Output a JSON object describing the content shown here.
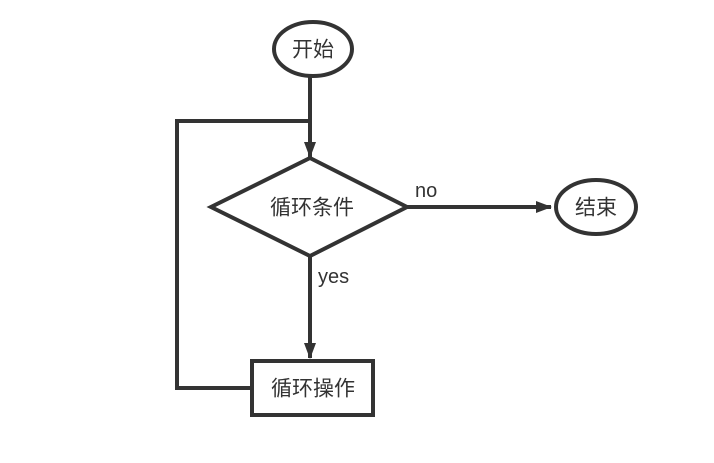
{
  "diagram": {
    "type": "flowchart",
    "colors": {
      "stroke": "#333333",
      "text": "#333333",
      "shape_fill": "#ffffff",
      "background": "#ffffff"
    },
    "nodes": {
      "start": {
        "label": "开始",
        "shape": "ellipse"
      },
      "condition": {
        "label": "循环条件",
        "shape": "diamond"
      },
      "operation": {
        "label": "循环操作",
        "shape": "rectangle"
      },
      "end": {
        "label": "结束",
        "shape": "ellipse"
      }
    },
    "edges": {
      "start_to_condition": {
        "from": "start",
        "to": "condition",
        "label": ""
      },
      "condition_to_end": {
        "from": "condition",
        "to": "end",
        "label": "no"
      },
      "condition_to_operation": {
        "from": "condition",
        "to": "operation",
        "label": "yes"
      },
      "operation_loopback": {
        "from": "operation",
        "to": "condition",
        "label": ""
      }
    }
  }
}
